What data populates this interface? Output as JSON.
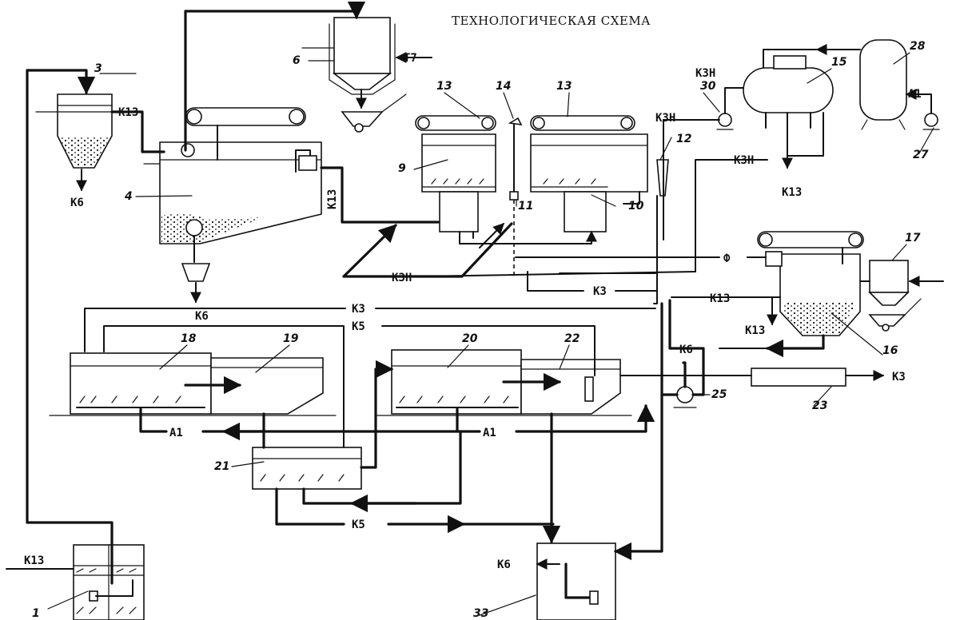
{
  "title": "ТЕХНОЛОГИЧЕСКАЯ СХЕМА",
  "units": [
    "1",
    "3",
    "4",
    "6",
    "9",
    "10",
    "11",
    "12",
    "13",
    "13",
    "14",
    "15",
    "16",
    "17",
    "18",
    "19",
    "20",
    "21",
    "22",
    "23",
    "25",
    "27",
    "28",
    "30",
    "33"
  ],
  "flows": {
    "k13": "К13",
    "k6": "К6",
    "k3": "К3",
    "k3n": "К3Н",
    "k5": "К5",
    "a1": "А1",
    "t7": "Т7",
    "f": "Ф"
  }
}
